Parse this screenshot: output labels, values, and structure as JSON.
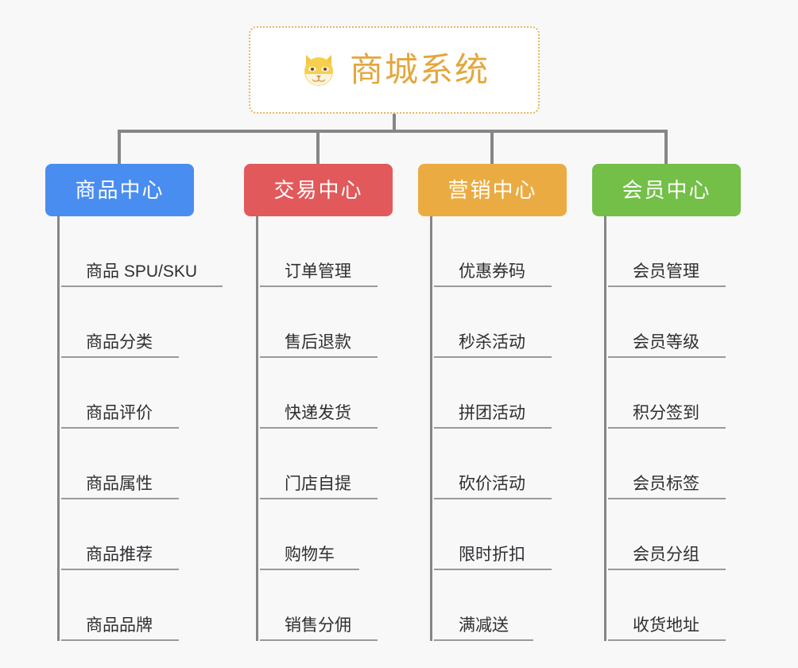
{
  "root": {
    "title": "商城系统",
    "icon": "shiba-dog-face-icon",
    "border_color": "#e8b563",
    "title_color": "#e3a73e"
  },
  "canvas": {
    "background_color": "#f8f8f8",
    "connector_color": "#868686"
  },
  "branches": [
    {
      "id": "product-center",
      "label": "商品中心",
      "color": "#4a8df0",
      "items": [
        "商品 SPU/SKU",
        "商品分类",
        "商品评价",
        "商品属性",
        "商品推荐",
        "商品品牌"
      ]
    },
    {
      "id": "trade-center",
      "label": "交易中心",
      "color": "#e2595b",
      "items": [
        "订单管理",
        "售后退款",
        "快递发货",
        "门店自提",
        "购物车",
        "销售分佣"
      ]
    },
    {
      "id": "marketing-center",
      "label": "营销中心",
      "color": "#eaac42",
      "items": [
        "优惠券码",
        "秒杀活动",
        "拼团活动",
        "砍价活动",
        "限时折扣",
        "满减送"
      ]
    },
    {
      "id": "member-center",
      "label": "会员中心",
      "color": "#73bf47",
      "items": [
        "会员管理",
        "会员等级",
        "积分签到",
        "会员标签",
        "会员分组",
        "收货地址"
      ]
    }
  ]
}
